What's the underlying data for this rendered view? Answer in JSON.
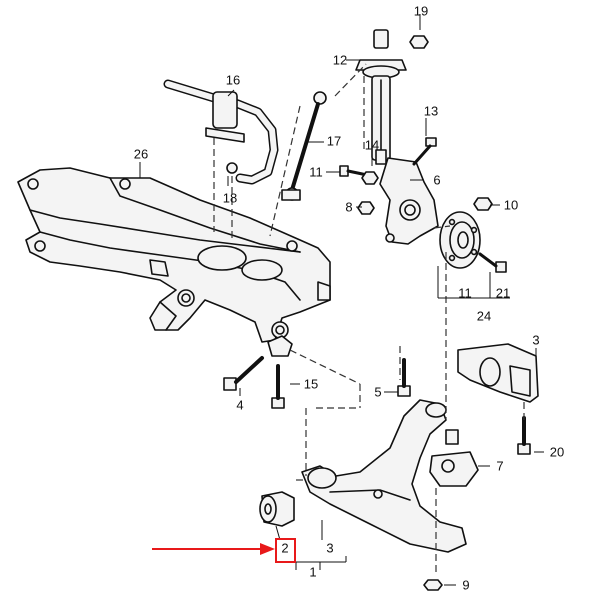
{
  "callouts": [
    "1",
    "2",
    "3",
    "3",
    "4",
    "5",
    "6",
    "7",
    "8",
    "9",
    "10",
    "11",
    "11",
    "12",
    "13",
    "14",
    "15",
    "16",
    "17",
    "18",
    "19",
    "20",
    "21",
    "24",
    "26"
  ],
  "highlight": {
    "label_index": 1,
    "color": "#e8191a"
  },
  "colors": {
    "line": "#111111",
    "fill": "#f4f4f4",
    "dash": "#333333"
  }
}
